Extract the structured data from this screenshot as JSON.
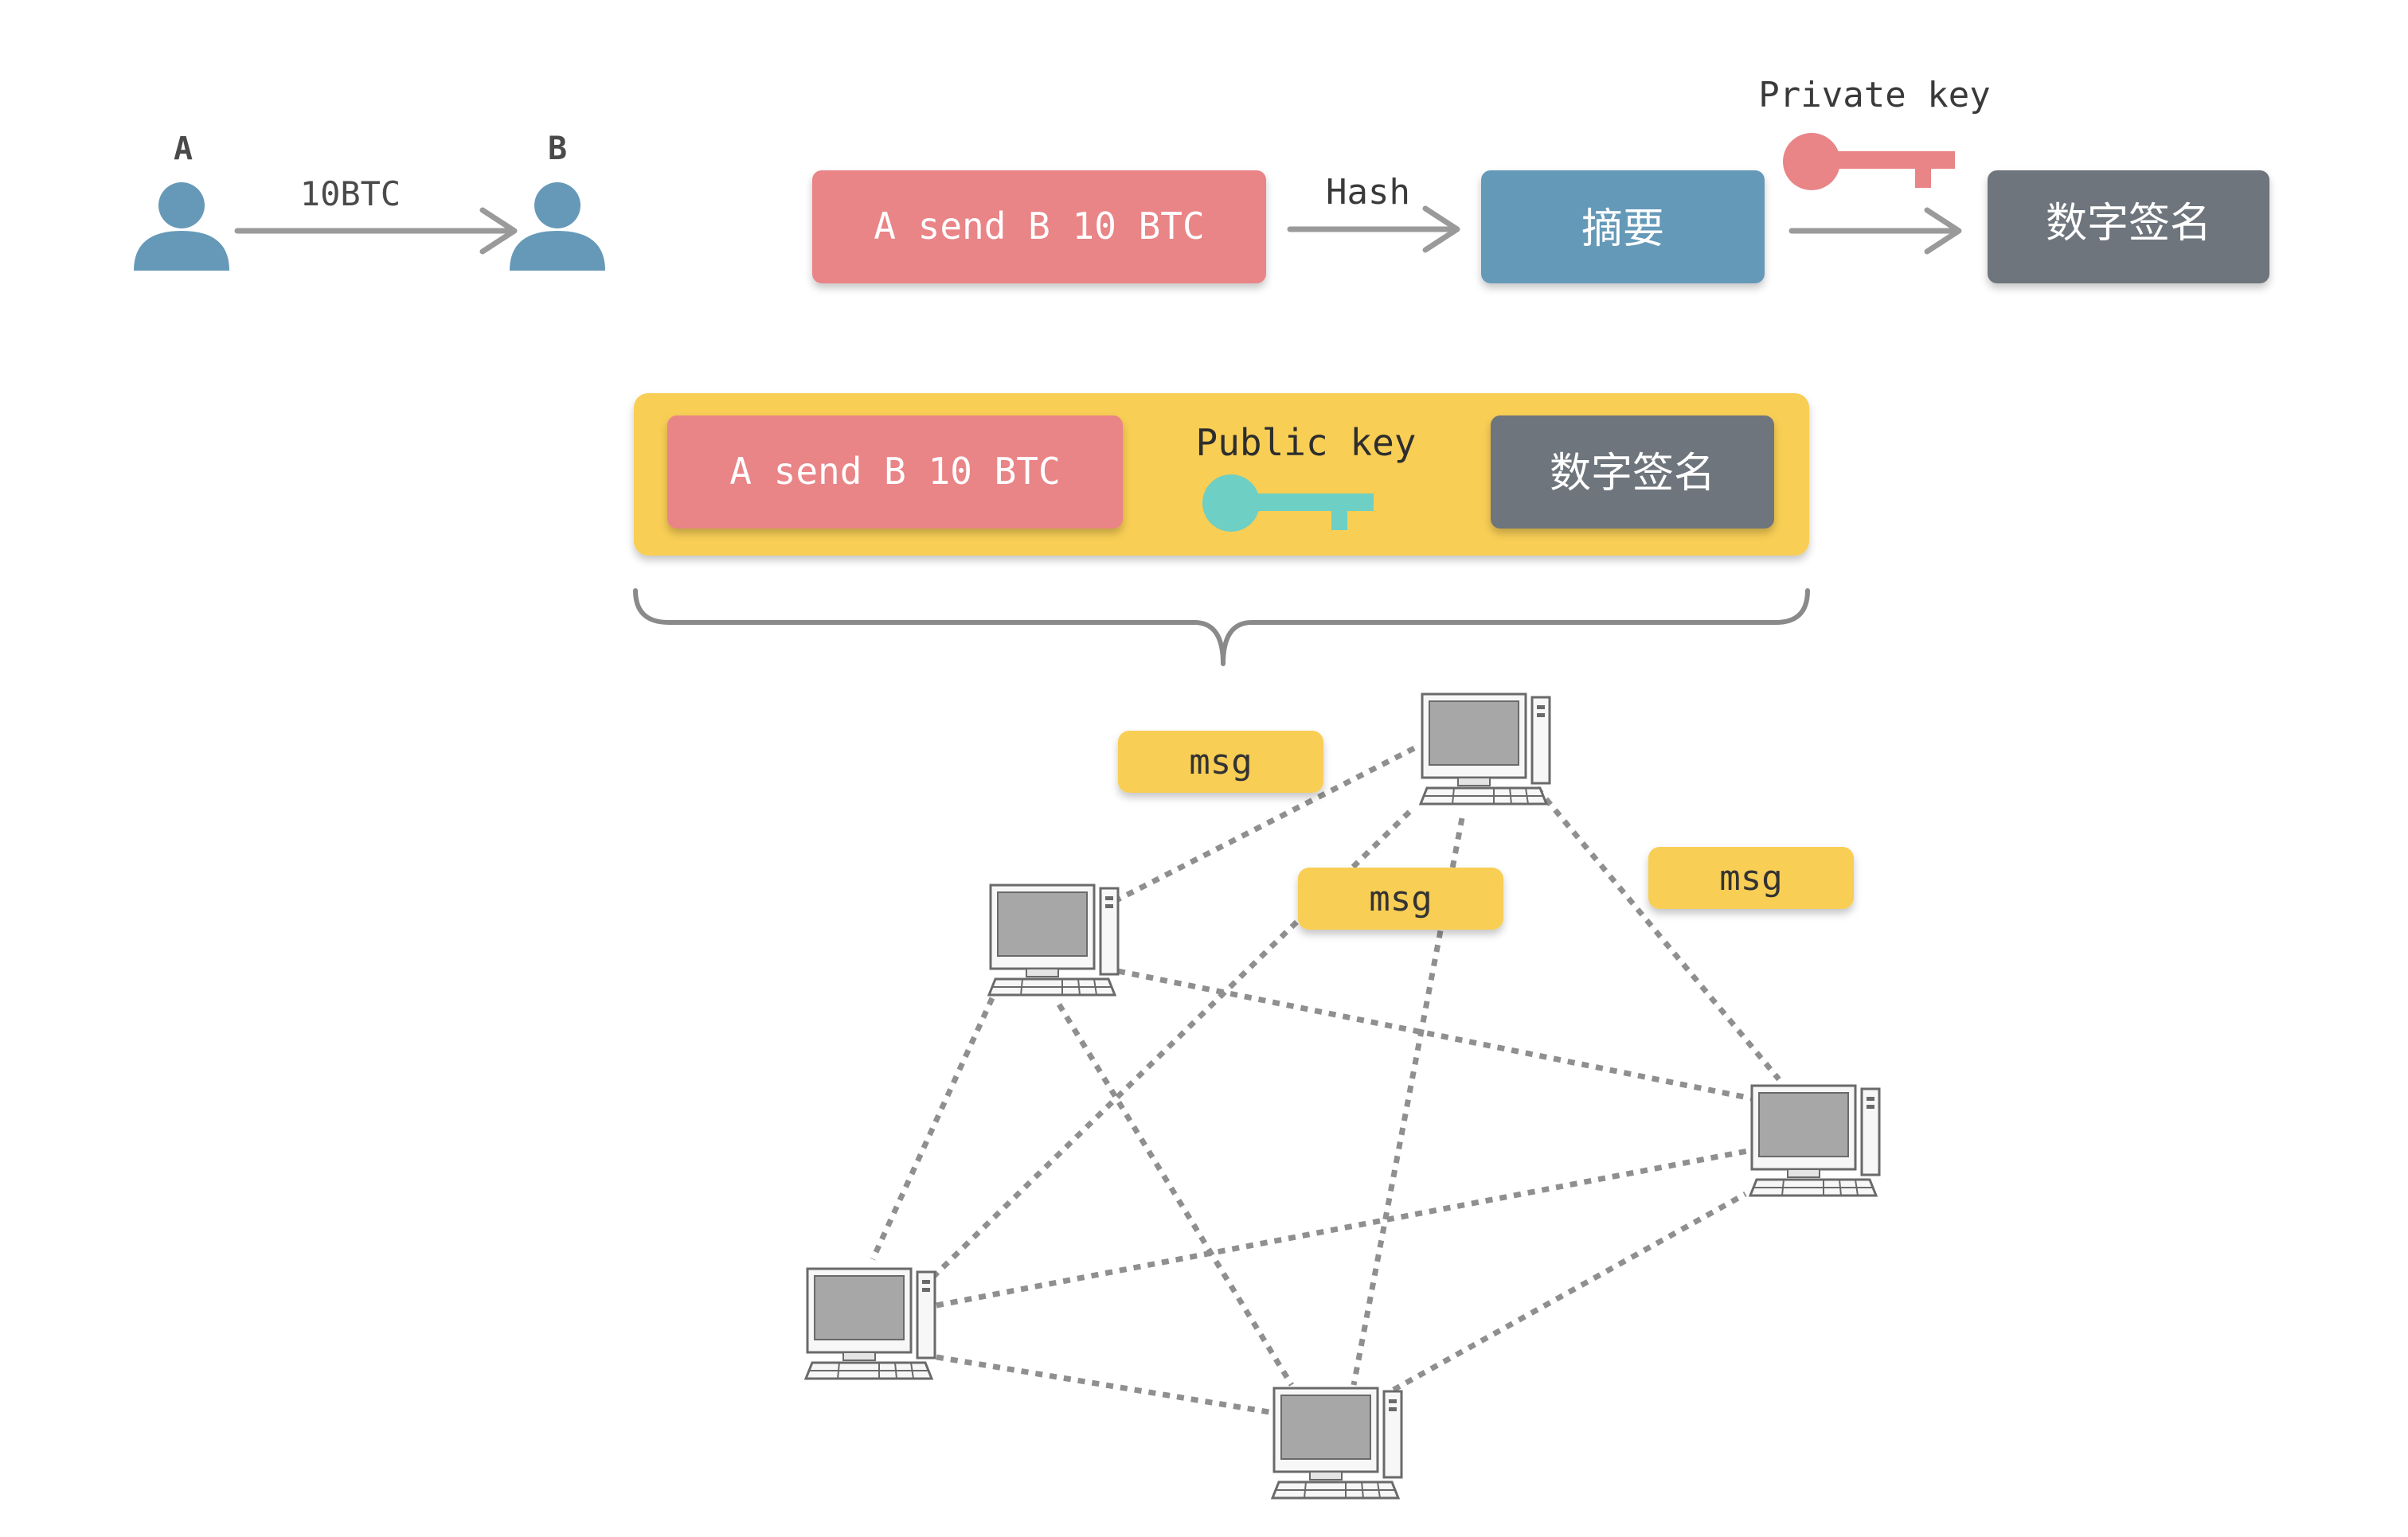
{
  "transfer": {
    "sender": "A",
    "receiver": "B",
    "amount": "10BTC"
  },
  "signing": {
    "message": "A send B 10 BTC",
    "hash_label": "Hash",
    "digest": "摘要",
    "private_key_label": "Private key",
    "signature": "数字签名"
  },
  "packet": {
    "message": "A send B 10 BTC",
    "public_key_label": "Public key",
    "signature": "数字签名"
  },
  "network": {
    "messages": [
      "msg",
      "msg",
      "msg"
    ]
  },
  "colors": {
    "person": "#6699b8",
    "message_box": "#e98487",
    "digest_box": "#6599b8",
    "signature_box": "#6e747b",
    "packet_bg": "#f8ce55",
    "private_key": "#e98487",
    "public_key": "#6ecfc4",
    "arrow": "#9a9a9a",
    "link": "#8f8f8f"
  }
}
